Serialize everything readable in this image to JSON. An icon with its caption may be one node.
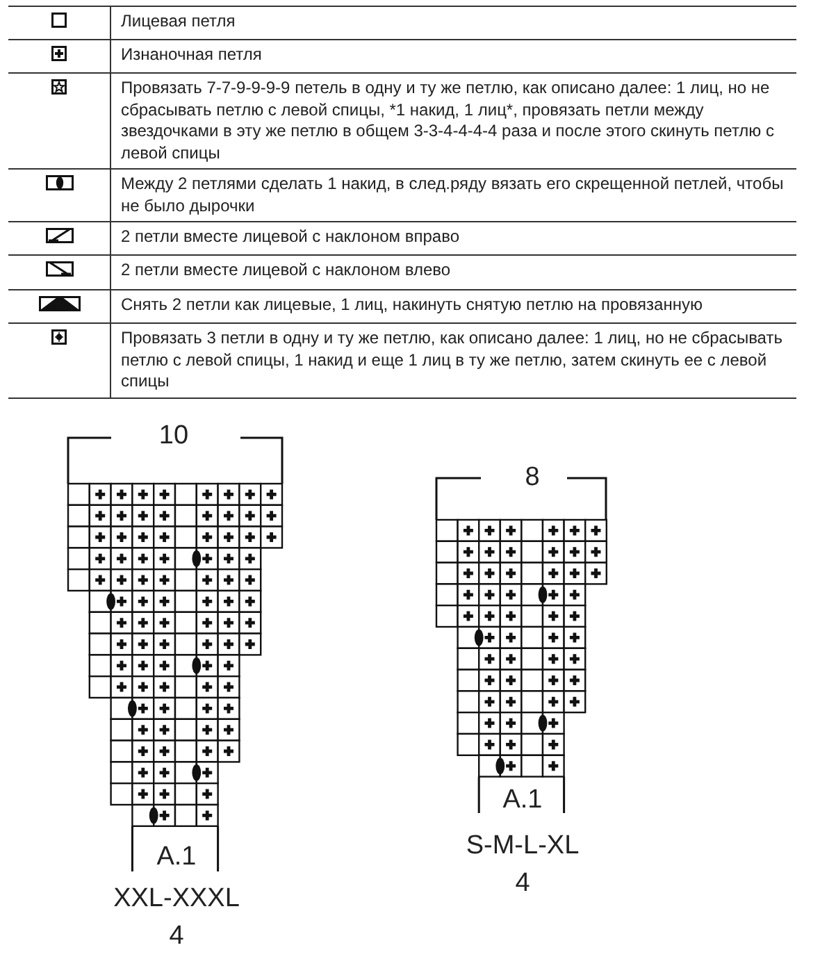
{
  "diagram": {
    "labels": [
      "10",
      "A.1",
      "XXL-XXXL",
      "4",
      "8",
      "A.1",
      "S-M-L-XL",
      "4"
    ],
    "legend": [
      {
        "text": "Лицевая петля"
      },
      {
        "text": "Изнаночная петля"
      },
      {
        "text": "Провязать 7-7-9-9-9-9 петель в одну и ту же петлю, как описано далее: 1 лиц, но не сбрасывать петлю с левой спицы, *1 накид, 1 лиц*, провязать петли между звездочками в эту же петлю в общем 3-3-4-4-4-4 раза и после этого скинуть петлю с левой спицы"
      },
      {
        "text": "Между 2 петлями сделать 1 накид, в след.ряду вязать его скрещенной петлей, чтобы не было дырочки"
      },
      {
        "text": "2 петли вместе лицевой с наклоном вправо"
      },
      {
        "text": "2 петли вместе лицевой с наклоном влево"
      },
      {
        "text": "Снять 2 петли как лицевые, 1 лиц, накинуть снятую петлю на провязанную"
      },
      {
        "text": "Провязать 3 петли в одну и ту же петлю, как описано далее: 1 лиц, но не сбрасывать петлю с левой спицы, 1 накид и еще 1 лиц в ту же петлю, затем скинуть ее с левой спицы"
      }
    ]
  }
}
